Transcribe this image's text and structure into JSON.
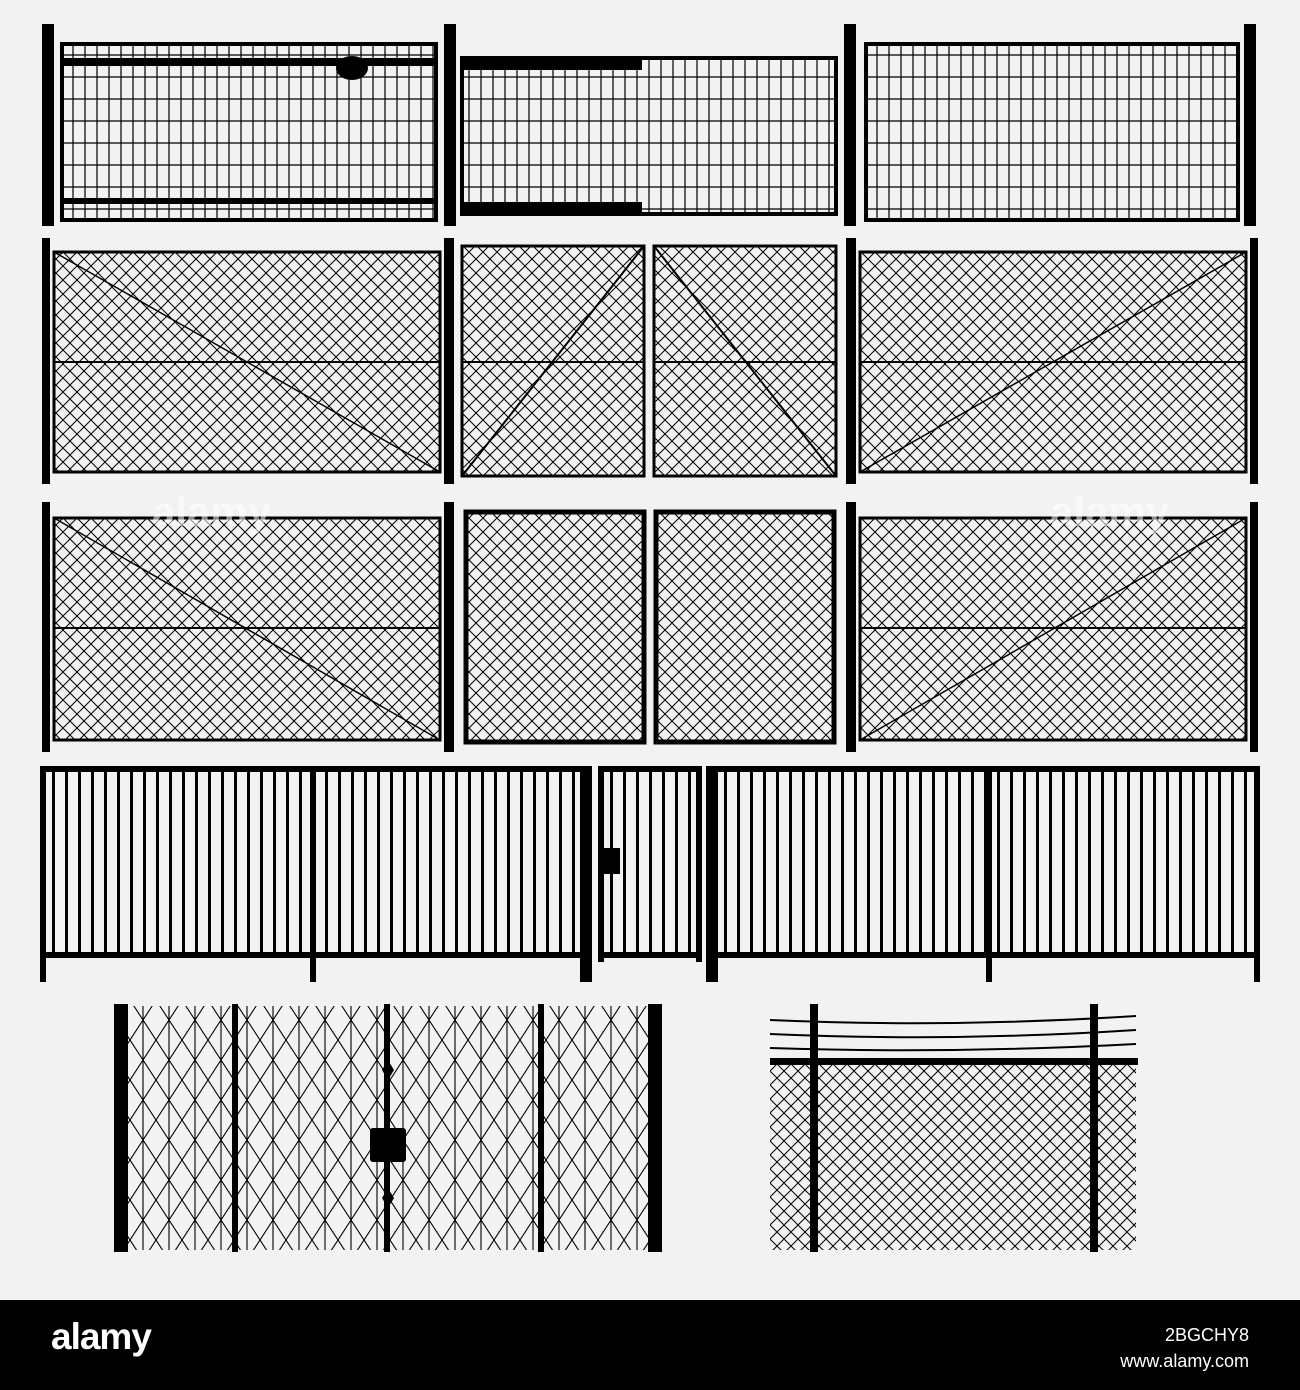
{
  "footer": {
    "logo": "alamy",
    "image_id": "2BGCHY8",
    "site": "www.alamy.com"
  },
  "watermark": "alamy",
  "colors": {
    "background": "#f2f2f2",
    "ink": "#000000",
    "footer": "#000000"
  }
}
